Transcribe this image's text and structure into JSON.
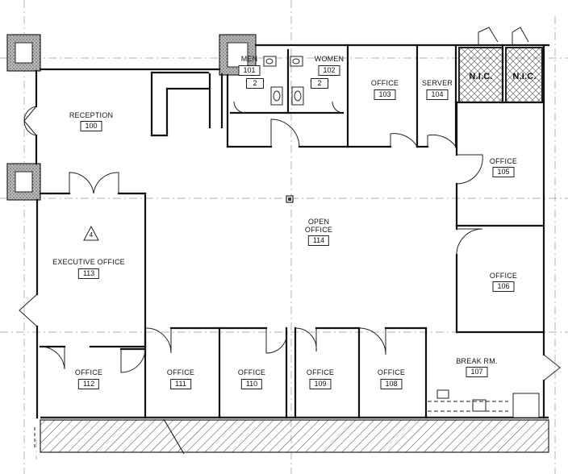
{
  "plan": {
    "rooms": [
      {
        "key": "reception",
        "name": "RECEPTION",
        "number": "100"
      },
      {
        "key": "men",
        "name": "MEN",
        "number": "101",
        "fixtures": "2"
      },
      {
        "key": "women",
        "name": "WOMEN",
        "number": "102",
        "fixtures": "2"
      },
      {
        "key": "office103",
        "name": "OFFICE",
        "number": "103"
      },
      {
        "key": "server",
        "name": "SERVER",
        "number": "104"
      },
      {
        "key": "nic1",
        "name": "N.I.C."
      },
      {
        "key": "nic2",
        "name": "N.I.C."
      },
      {
        "key": "office105",
        "name": "OFFICE",
        "number": "105"
      },
      {
        "key": "office106",
        "name": "OFFICE",
        "number": "106"
      },
      {
        "key": "open",
        "name_line1": "OPEN",
        "name_line2": "OFFICE",
        "number": "114"
      },
      {
        "key": "exec",
        "name": "EXECUTIVE OFFICE",
        "number": "113",
        "tag": "4"
      },
      {
        "key": "office112",
        "name": "OFFICE",
        "number": "112"
      },
      {
        "key": "office111",
        "name": "OFFICE",
        "number": "111"
      },
      {
        "key": "office110",
        "name": "OFFICE",
        "number": "110"
      },
      {
        "key": "office109",
        "name": "OFFICE",
        "number": "109"
      },
      {
        "key": "office108",
        "name": "OFFICE",
        "number": "108"
      },
      {
        "key": "break",
        "name": "BREAK RM.",
        "number": "107"
      }
    ]
  }
}
